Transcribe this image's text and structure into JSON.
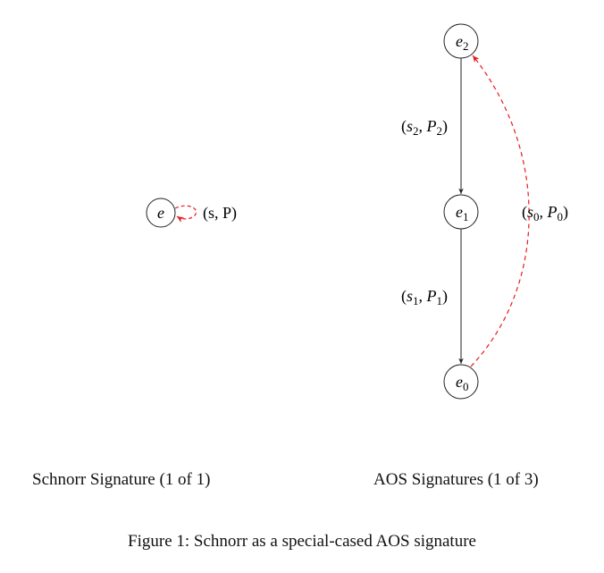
{
  "diagram": {
    "schnorr": {
      "node_label": "e",
      "edge_label": "(s, P)"
    },
    "aos": {
      "nodes": [
        {
          "base": "e",
          "sub": "2"
        },
        {
          "base": "e",
          "sub": "1"
        },
        {
          "base": "e",
          "sub": "0"
        }
      ],
      "edges": [
        {
          "s": "s",
          "s_sub": "2",
          "p": "P",
          "p_sub": "2"
        },
        {
          "s": "s",
          "s_sub": "1",
          "p": "P",
          "p_sub": "1"
        },
        {
          "s": "s",
          "s_sub": "0",
          "p": "P",
          "p_sub": "0"
        }
      ]
    },
    "colors": {
      "solid_edge": "#222222",
      "dashed_edge": "#e8191c"
    }
  },
  "captions": {
    "left": "Schnorr Signature (1 of 1)",
    "right": "AOS Signatures (1 of 3)",
    "figure": "Figure 1: Schnorr as a special-cased AOS signature"
  }
}
